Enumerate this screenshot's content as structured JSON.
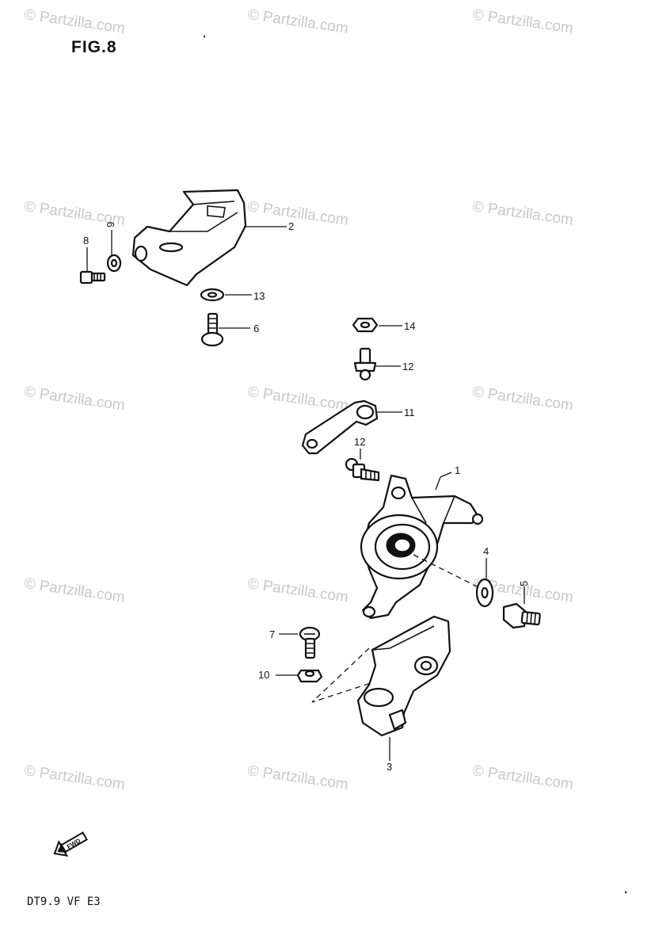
{
  "figure": {
    "title": "FIG.8",
    "model_code": "DT9.9 VF E3",
    "fwd_label": "FWD"
  },
  "watermark": {
    "text": "© Partzilla.com"
  },
  "callouts": [
    {
      "id": "1",
      "label": "1"
    },
    {
      "id": "2",
      "label": "2"
    },
    {
      "id": "3",
      "label": "3"
    },
    {
      "id": "4",
      "label": "4"
    },
    {
      "id": "5",
      "label": "5"
    },
    {
      "id": "6",
      "label": "6"
    },
    {
      "id": "7",
      "label": "7"
    },
    {
      "id": "8",
      "label": "8"
    },
    {
      "id": "9",
      "label": "9"
    },
    {
      "id": "10",
      "label": "10"
    },
    {
      "id": "11",
      "label": "11"
    },
    {
      "id": "12a",
      "label": "12"
    },
    {
      "id": "12b",
      "label": "12"
    },
    {
      "id": "13",
      "label": "13"
    },
    {
      "id": "14",
      "label": "14"
    }
  ]
}
